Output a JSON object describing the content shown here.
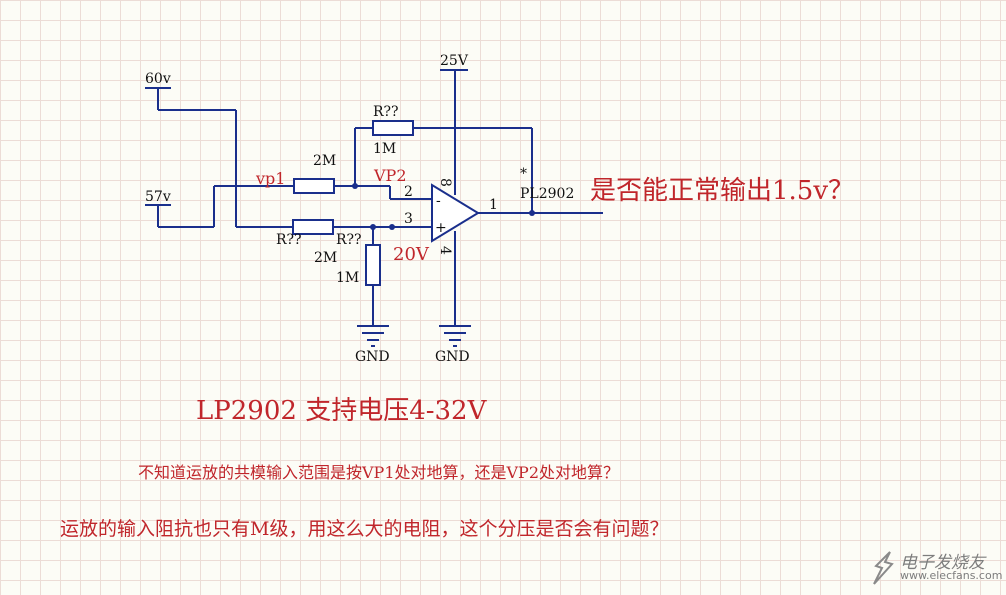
{
  "schematic": {
    "source_60v_label": "60v",
    "source_57v_label": "57v",
    "supply_label": "25V",
    "gnd_label": "GND",
    "resistor_ref": "R??",
    "r_value_2m": "2M",
    "r_value_1m": "1M",
    "node_vp1": "vp1",
    "node_vp2": "VP2",
    "node_20v": "20V",
    "pin_1": "1",
    "pin_2": "2",
    "pin_3": "3",
    "pin_4": "4",
    "pin_8": "8",
    "opamp_minus": "-",
    "opamp_plus": "+",
    "opamp_part": "PL2902",
    "opamp_star": "*"
  },
  "text": {
    "question_main": "是否能正常输出1.5v？",
    "chip_spec": "LP2902 支持电压4-32V",
    "question_1": "不知道运放的共模输入范围是按VP1处对地算，还是VP2处对地算？",
    "question_2": "运放的输入阻抗也只有M级，用这么大的电阻，这个分压是否会有问题？"
  },
  "watermark": {
    "text": "电子发烧友",
    "url": "www.elecfans.com"
  },
  "colors": {
    "wire": "#1a2f8c",
    "annotation": "#c0262b",
    "grid": "#ecdcd6",
    "background": "#fcfcf6"
  }
}
